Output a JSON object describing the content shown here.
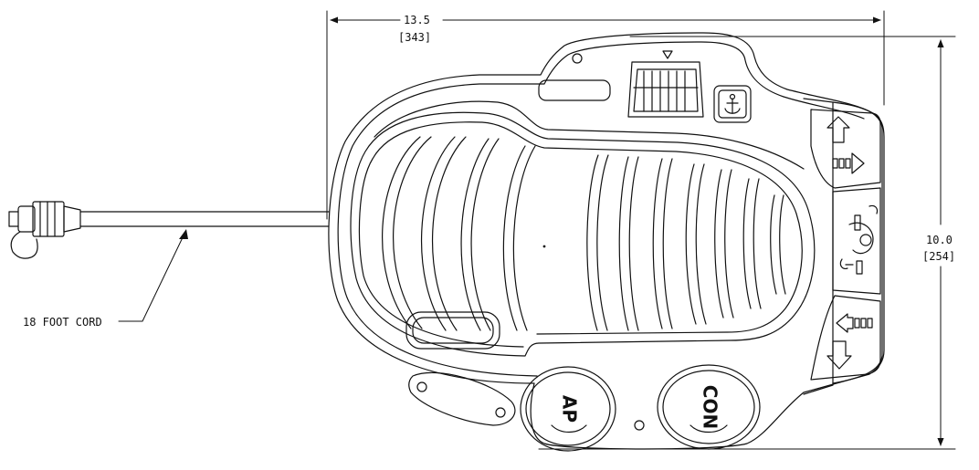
{
  "dimensions": {
    "width": {
      "value": "13.5",
      "metric": "[343]"
    },
    "height": {
      "value": "10.0",
      "metric": "[254]"
    }
  },
  "callouts": {
    "cord": "18 FOOT CORD"
  },
  "buttons": {
    "ap": "AP",
    "con": "CON"
  },
  "icons": [
    "anchor-icon",
    "up-arrow-icon",
    "thrust-right-icon",
    "steering-wheel-icon",
    "thrust-left-icon",
    "down-arrow-icon",
    "triangle-marker-icon",
    "connector-plug-icon"
  ]
}
